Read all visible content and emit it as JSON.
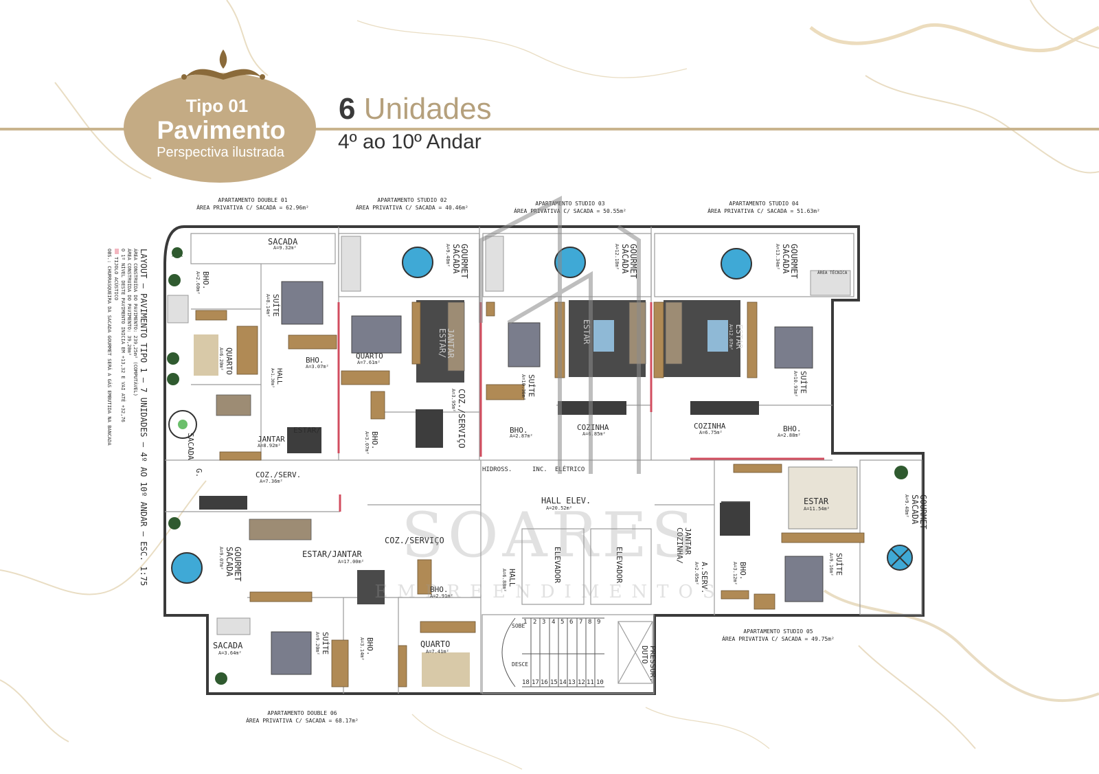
{
  "badge": {
    "line1": "Tipo 01",
    "line2": "Pavimento",
    "line3": "Perspectiva ilustrada"
  },
  "header": {
    "count_number": "6",
    "count_label": "Unidades",
    "floors": "4º ao 10º Andar"
  },
  "watermark": {
    "name": "SOARES",
    "sub": "EMPREENDIMENTOS"
  },
  "side_notes": {
    "title": "LAYOUT – PAVIMENTO TIPO 1 – 7 UNIDADES – 4º AO 10º ANDAR – ESC. 1:75",
    "line1": "ÁREA CONSTRUÍDA DO PAVIMENTO: 239,25m² (COMPUTÁVEL)",
    "line2": "ÁREA CONSTRUÍDA DO PAVIMENTO: 39,20m²",
    "line3": "O 1º NÍVEL DESTE PAVIMENTO INICIA EM +13,32 E VAI ATÉ +32,76",
    "legend": "TIJOLO ACÚSTICO",
    "obs": "OBS.: CHURRASQUEIRA DA SACADA GOURMET SERÁ A GÁS EMBUTIDA NA BANCADA"
  },
  "apartments": [
    {
      "name": "APARTAMENTO DOUBLE 01",
      "area": "ÁREA PRIVATIVA C/ SACADA = 62.96m²"
    },
    {
      "name": "APARTAMENTO STUDIO 02",
      "area": "ÁREA PRIVATIVA C/ SACADA = 40.46m²"
    },
    {
      "name": "APARTAMENTO STUDIO 03",
      "area": "ÁREA PRIVATIVA C/ SACADA = 50.55m²"
    },
    {
      "name": "APARTAMENTO STUDIO 04",
      "area": "ÁREA PRIVATIVA C/ SACADA = 51.63m²"
    },
    {
      "name": "APARTAMENTO STUDIO 05",
      "area": "ÁREA PRIVATIVA C/ SACADA = 49.75m²"
    },
    {
      "name": "APARTAMENTO DOUBLE 06",
      "area": "ÁREA PRIVATIVA C/ SACADA = 68.17m²"
    }
  ],
  "rooms": {
    "sacada_top": {
      "n": "SACADA",
      "a": "A=9.32m²"
    },
    "bho_a": {
      "n": "BHO.",
      "a": "A=2.60m²"
    },
    "suite_a": {
      "n": "SUÍTE",
      "a": "A=8.14m²"
    },
    "quarto_a": {
      "n": "QUARTO",
      "a": "A=6.20m²"
    },
    "hall_a": {
      "n": "HALL",
      "a": "A=1.30m²"
    },
    "bho_b": {
      "n": "BHO.",
      "a": "A=3.07m²"
    },
    "estar_a": {
      "n": "ESTAR/",
      "n2": "JANTAR",
      "a": "A=8.92m²"
    },
    "bho_c": {
      "n": "BHO.",
      "a": "A=3.07m²"
    },
    "quarto_b": {
      "n": "QUARTO",
      "a": "A=7.61m²"
    },
    "gourmet_b": {
      "n": "SACADA",
      "n2": "GOURMET",
      "a": "A=9.48m²"
    },
    "estar_b": {
      "n": "ESTAR/",
      "n2": "JANTAR"
    },
    "coz_b": {
      "n": "COZ./SERVIÇO",
      "a": "A=3.95m²"
    },
    "coz_a": {
      "n": "COZ./SERV.",
      "a": "A=7.36m²"
    },
    "sacada_g": {
      "n": "SACADA",
      "n2": "G."
    },
    "suite_c": {
      "n": "SUÍTE",
      "a": "A=10.36m²"
    },
    "bho_d": {
      "n": "BHO.",
      "a": "A=2.87m²"
    },
    "gourmet_c": {
      "n": "SACADA",
      "n2": "GOURMET",
      "a": "A=12.18m²"
    },
    "estar_c": {
      "n": "ESTAR"
    },
    "cozinha_c": {
      "n": "COZINHA",
      "a": "A=6.85m²"
    },
    "estar_d": {
      "n": "ESTAR",
      "a": "A=12.07m²"
    },
    "cozinha_d": {
      "n": "COZINHA",
      "a": "A=6.75m²"
    },
    "gourmet_d": {
      "n": "SACADA",
      "n2": "GOURMET",
      "a": "A=13.34m²"
    },
    "suite_d": {
      "n": "SUÍTE",
      "a": "A=10.93m²"
    },
    "bho_e": {
      "n": "BHO.",
      "a": "A=2.88m²"
    },
    "area_tec": {
      "n": "ÁREA TÉCNICA"
    },
    "hidross": {
      "n": "HIDROSS."
    },
    "inc": {
      "n": "INC."
    },
    "eletrico": {
      "n": "ELÉTRICO"
    },
    "hall_elev": {
      "n": "HALL ELEV.",
      "a": "A=20.52m²"
    },
    "estar_e": {
      "n": "ESTAR",
      "a": "A=11.54m²"
    },
    "gourmet_e": {
      "n": "SACADA",
      "n2": "GOURMET",
      "a": "A=9.48m²"
    },
    "suite_e": {
      "n": "SUÍTE",
      "a": "A=9.16m²"
    },
    "bho_f": {
      "n": "BHO.",
      "a": "A=3.12m²"
    },
    "coz_e": {
      "n": "COZINHA/",
      "n2": "JANTAR"
    },
    "serv_e": {
      "n": "A.SERV.",
      "a": "A=2.05m²"
    },
    "elevador1": {
      "n": "ELEVADOR"
    },
    "elevador2": {
      "n": "ELEVADOR"
    },
    "hall_b": {
      "n": "HALL",
      "a": "A=6.88m²"
    },
    "estar_f": {
      "n": "ESTAR/JANTAR",
      "a": "A=17.00m²"
    },
    "coz_f": {
      "n": "COZ./SERVIÇO"
    },
    "bho_g": {
      "n": "BHO.",
      "a": "A=2.91m²"
    },
    "gourmet_f": {
      "n": "SACADA",
      "n2": "GOURMET",
      "a": "A=9.07m²"
    },
    "sacada_f": {
      "n": "SACADA",
      "a": "A=3.64m²"
    },
    "suite_f": {
      "n": "SUÍTE",
      "a": "A=9.20m²"
    },
    "bho_h": {
      "n": "BHO.",
      "a": "A=3.14m²"
    },
    "quarto_f": {
      "n": "QUARTO",
      "a": "A=7.41m²"
    },
    "sobe": {
      "n": "SOBE"
    },
    "desce": {
      "n": "DESCE"
    },
    "duto": {
      "n": "DUTO",
      "n2": "PRESSUR."
    }
  },
  "stairs_top": [
    "1",
    "2",
    "3",
    "4",
    "5",
    "6",
    "7",
    "8",
    "9"
  ],
  "stairs_bottom": [
    "18",
    "17",
    "16",
    "15",
    "14",
    "13",
    "12",
    "11",
    "10"
  ],
  "colors": {
    "badge": "#c4ab84",
    "accent_line": "#c9b48e",
    "wall": "#3a3a3a",
    "wood": "#b08a55",
    "rug": "#4a4a4a",
    "pool_table": "#3fa9d6",
    "red_wall": "#d24d5f"
  }
}
